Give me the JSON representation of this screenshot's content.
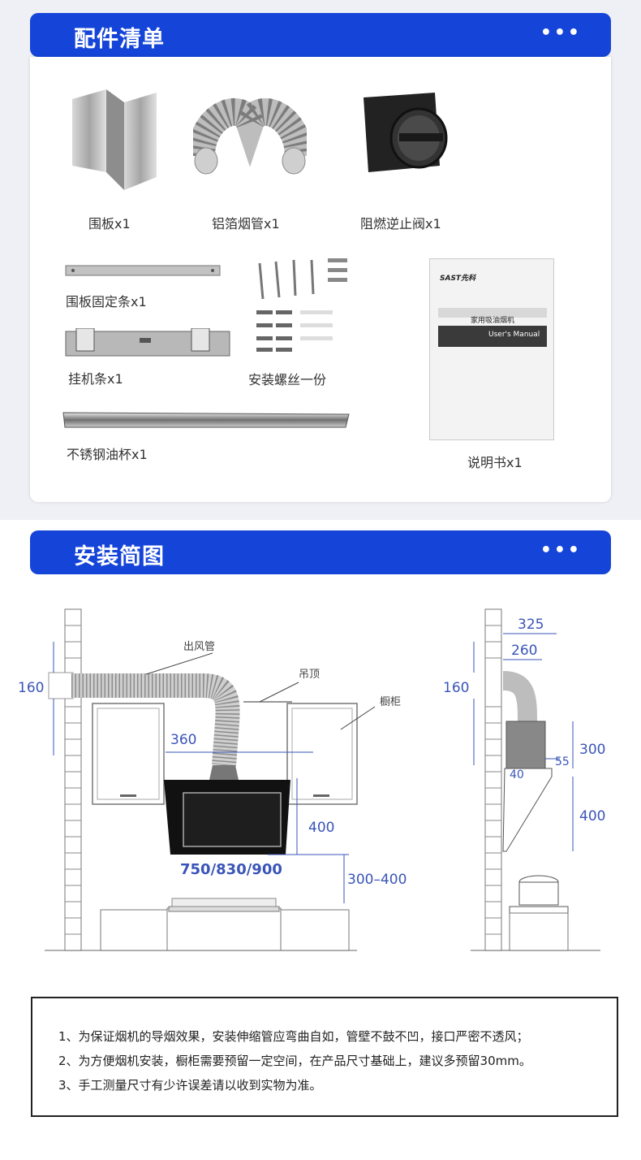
{
  "section1": {
    "title": "配件清单",
    "dots": "•••"
  },
  "accessories": [
    {
      "label": "围板x1",
      "icon": "cover-panel-icon"
    },
    {
      "label": "铝箔烟管x1",
      "icon": "foil-duct-icon"
    },
    {
      "label": "阻燃逆止阀x1",
      "icon": "check-valve-icon"
    },
    {
      "label": "围板固定条x1",
      "icon": "fixing-strip-icon"
    },
    {
      "label": "挂机条x1",
      "icon": "hanging-bracket-icon"
    },
    {
      "label": "安装螺丝一份",
      "icon": "screws-icon"
    },
    {
      "label": "不锈钢油杯x1",
      "icon": "oil-cup-icon"
    },
    {
      "label": "说明书x1",
      "icon": "manual-icon"
    }
  ],
  "manual": {
    "brand": "SAST先科",
    "product": "家用吸油烟机",
    "subtitle": "User's Manual"
  },
  "section2": {
    "title": "安装简图",
    "dots": "•••"
  },
  "diagram_front": {
    "duct_label": "出风管",
    "ceiling_label": "吊顶",
    "cabinet_label": "橱柜",
    "dim_160": "160",
    "dim_360": "360",
    "dim_400": "400",
    "dim_300_400": "300–400",
    "widths": "750/830/900"
  },
  "diagram_side": {
    "dim_325": "325",
    "dim_260": "260",
    "dim_160": "160",
    "dim_300": "300",
    "dim_55": "55",
    "dim_40": "40",
    "dim_400": "400"
  },
  "notes": [
    "1、为保证烟机的导烟效果，安装伸缩管应弯曲自如，管壁不鼓不凹，接口严密不透风；",
    "2、为方便烟机安装，橱柜需要预留一定空间，在产品尺寸基础上，建议多预留30mm。",
    "3、手工测量尺寸有少许误差请以收到实物为准。"
  ],
  "colors": {
    "accent": "#1544d8",
    "dimension": "#3a55b8"
  }
}
